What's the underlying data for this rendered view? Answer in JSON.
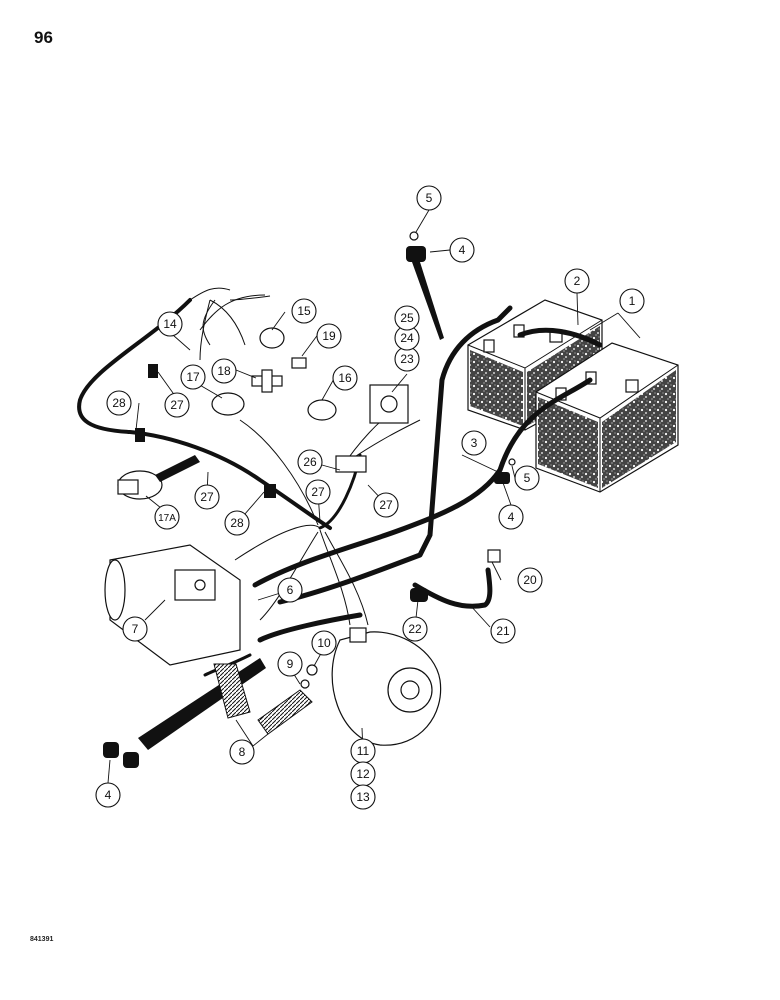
{
  "page": {
    "number": "96",
    "drawing_code": "841391"
  },
  "diagram": {
    "callouts": [
      {
        "id": "c1",
        "label": "1"
      },
      {
        "id": "c2",
        "label": "2"
      },
      {
        "id": "c3",
        "label": "3"
      },
      {
        "id": "c4a",
        "label": "4"
      },
      {
        "id": "c4b",
        "label": "4"
      },
      {
        "id": "c4c",
        "label": "4"
      },
      {
        "id": "c5a",
        "label": "5"
      },
      {
        "id": "c5b",
        "label": "5"
      },
      {
        "id": "c6",
        "label": "6"
      },
      {
        "id": "c7",
        "label": "7"
      },
      {
        "id": "c8",
        "label": "8"
      },
      {
        "id": "c9",
        "label": "9"
      },
      {
        "id": "c10",
        "label": "10"
      },
      {
        "id": "c11",
        "label": "11"
      },
      {
        "id": "c12",
        "label": "12"
      },
      {
        "id": "c13",
        "label": "13"
      },
      {
        "id": "c14",
        "label": "14"
      },
      {
        "id": "c15",
        "label": "15"
      },
      {
        "id": "c16",
        "label": "16"
      },
      {
        "id": "c17",
        "label": "17"
      },
      {
        "id": "c17a",
        "label": "17A"
      },
      {
        "id": "c18",
        "label": "18"
      },
      {
        "id": "c19",
        "label": "19"
      },
      {
        "id": "c20",
        "label": "20"
      },
      {
        "id": "c21",
        "label": "21"
      },
      {
        "id": "c22",
        "label": "22"
      },
      {
        "id": "c23",
        "label": "23"
      },
      {
        "id": "c24",
        "label": "24"
      },
      {
        "id": "c25",
        "label": "25"
      },
      {
        "id": "c26",
        "label": "26"
      },
      {
        "id": "c27a",
        "label": "27"
      },
      {
        "id": "c27b",
        "label": "27"
      },
      {
        "id": "c27c",
        "label": "27"
      },
      {
        "id": "c27d",
        "label": "27"
      },
      {
        "id": "c28a",
        "label": "28"
      },
      {
        "id": "c28b",
        "label": "28"
      }
    ]
  }
}
